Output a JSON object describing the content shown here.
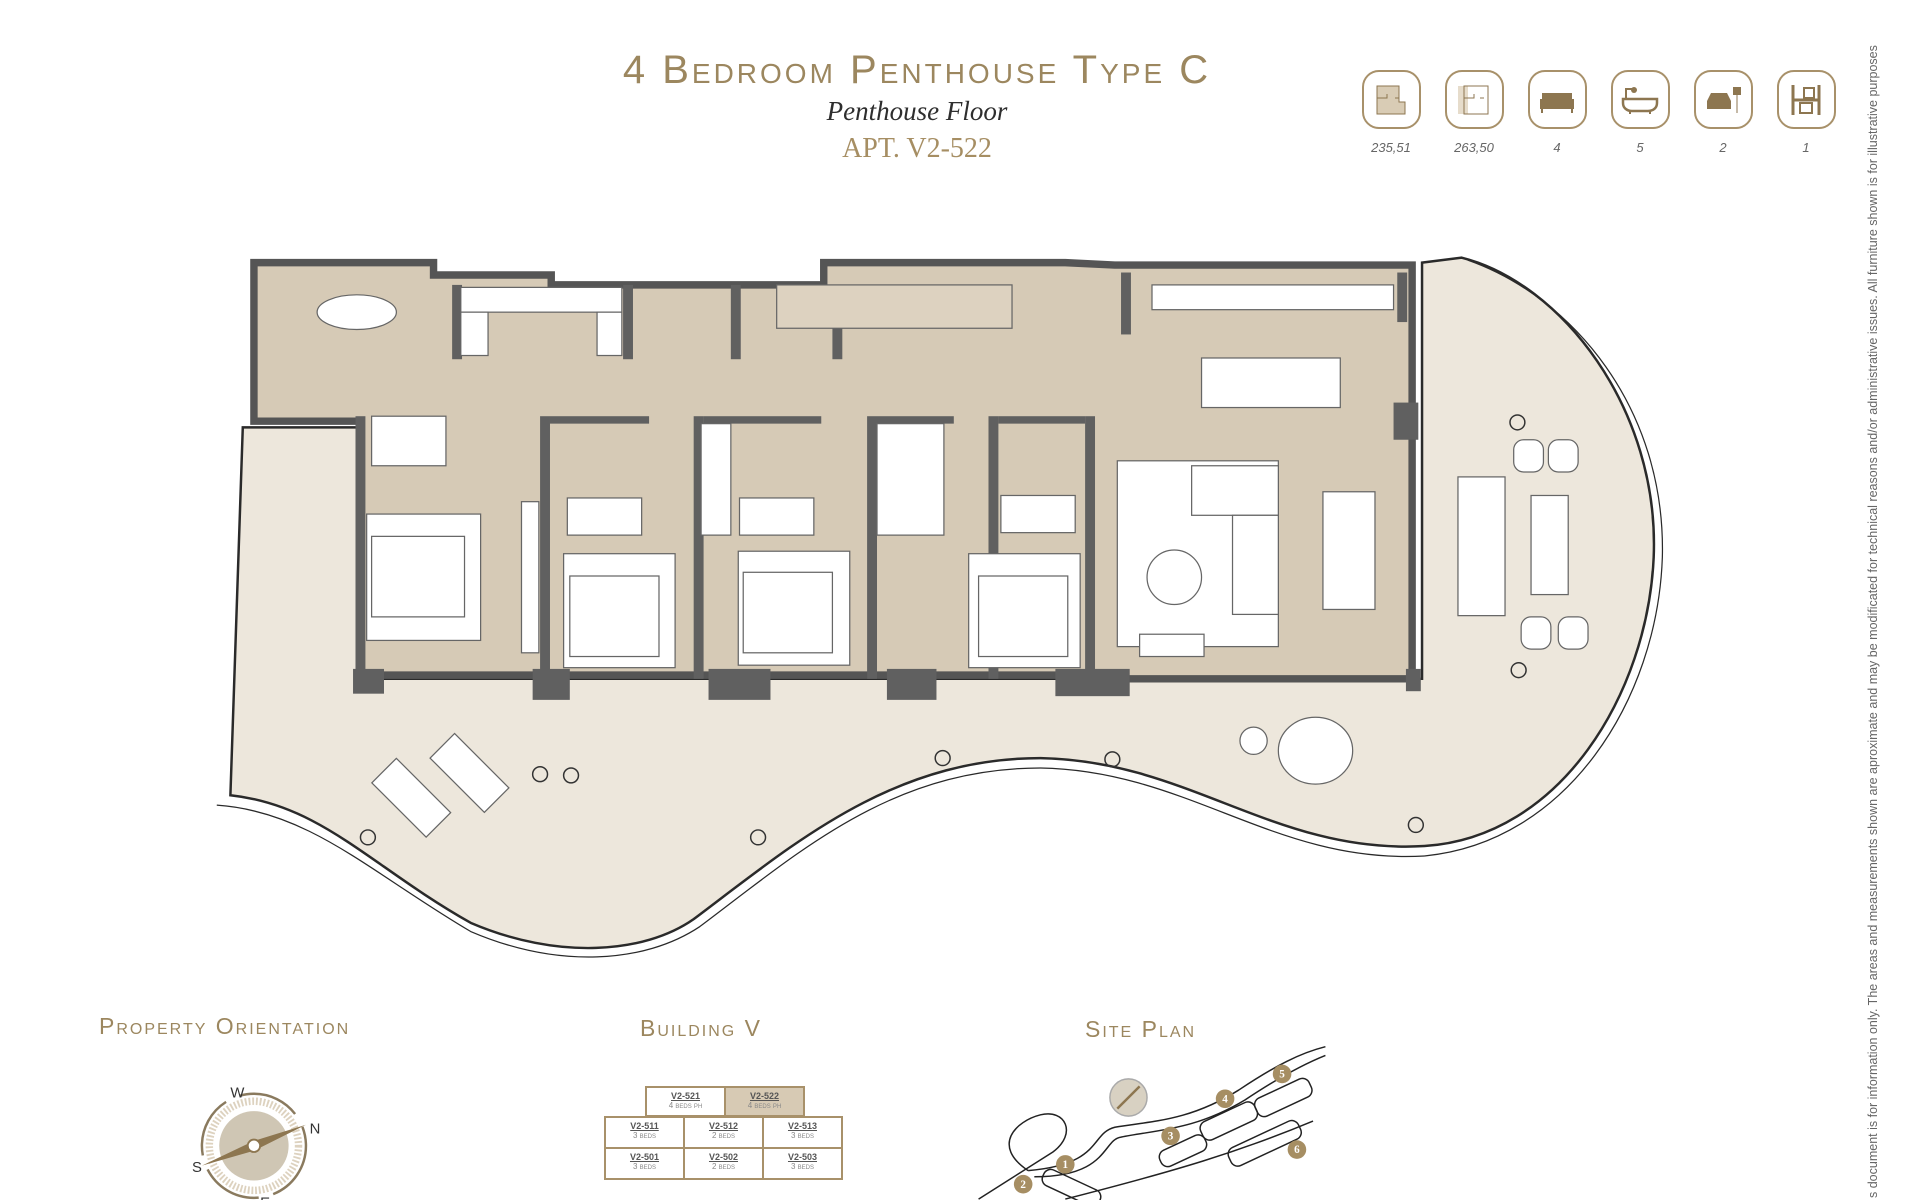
{
  "header": {
    "title": "4 Bedroom Penthouse Type C",
    "subtitle": "Penthouse Floor",
    "apartment": "APT. V2-522"
  },
  "stats": [
    {
      "icon": "built-area-icon",
      "value": "235,51"
    },
    {
      "icon": "total-area-icon",
      "value": "263,50"
    },
    {
      "icon": "bed-icon",
      "value": "4"
    },
    {
      "icon": "bathtub-icon",
      "value": "5"
    },
    {
      "icon": "parking-icon",
      "value": "2"
    },
    {
      "icon": "storage-icon",
      "value": "1"
    }
  ],
  "orientation": {
    "heading": "Property Orientation",
    "letters": {
      "n": "N",
      "s": "S",
      "e": "E",
      "w": "W"
    }
  },
  "building": {
    "heading": "Building V",
    "selected": "V2-522",
    "top_row": [
      {
        "unit": "V2-521",
        "beds": "4 beds ph"
      },
      {
        "unit": "V2-522",
        "beds": "4 beds ph"
      }
    ],
    "rows": [
      [
        {
          "unit": "V2-511",
          "beds": "3 beds"
        },
        {
          "unit": "V2-512",
          "beds": "2 beds"
        },
        {
          "unit": "V2-513",
          "beds": "3 beds"
        }
      ],
      [
        {
          "unit": "V2-501",
          "beds": "3 beds"
        },
        {
          "unit": "V2-502",
          "beds": "2 beds"
        },
        {
          "unit": "V2-503",
          "beds": "3 beds"
        }
      ]
    ]
  },
  "site_plan": {
    "heading": "Site Plan",
    "markers": [
      "1",
      "2",
      "3",
      "4",
      "5",
      "6"
    ]
  },
  "disclaimer": "s document is for information only. The areas and measurements shown are aproximate and may be modificated for technical reasons and/or administrative issues. All furniture shown is for illustrative purposes",
  "colors": {
    "gold": "#a8916a",
    "interior": "#d6cab6",
    "terrace": "#ede7dc",
    "walls": "#606060"
  }
}
